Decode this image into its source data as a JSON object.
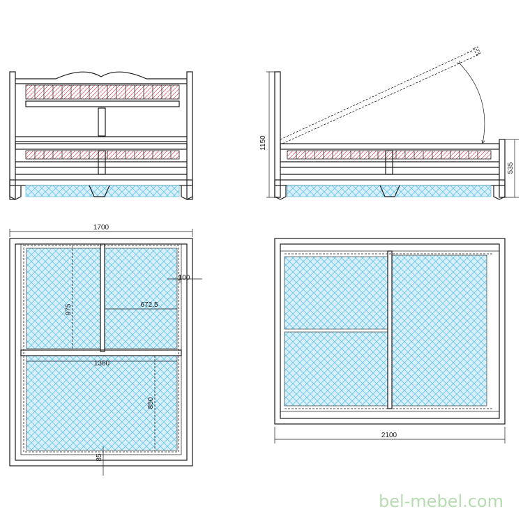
{
  "dimensions": {
    "total_width": "1700",
    "total_length": "2100",
    "total_height": "1150",
    "frame_height": "535",
    "rail": "100",
    "panel_height": "975",
    "panel_width": "672.5",
    "inner_width": "1360",
    "inner_length": "850",
    "end_gap": "85"
  },
  "watermark": "bel-mebel.com",
  "colors": {
    "mesh": "#6cc4ea",
    "mesh_fill": "#d8f0fb",
    "slats": "#e06070",
    "ink": "#1a1a1a",
    "brand": "#b7dcb1"
  }
}
